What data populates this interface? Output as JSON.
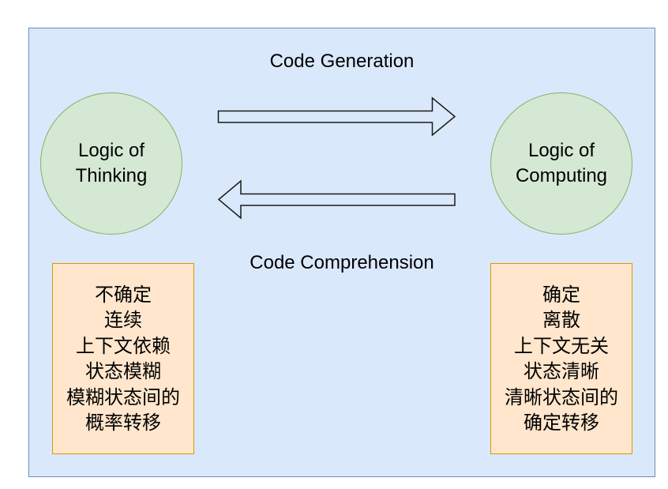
{
  "diagram": {
    "colors": {
      "container_fill": "#dae8fc",
      "container_stroke": "#6c8ebf",
      "circle_fill": "#d5e8d4",
      "circle_stroke": "#82b366",
      "box_fill": "#ffe6cc",
      "box_stroke": "#d79b00"
    },
    "left_node": {
      "lines": [
        "Logic of",
        "Thinking"
      ]
    },
    "right_node": {
      "lines": [
        "Logic of",
        "Computing"
      ]
    },
    "top_edge": {
      "label": "Code Generation",
      "direction": "left-to-right"
    },
    "bottom_edge": {
      "label": "Code Comprehension",
      "direction": "right-to-left"
    },
    "left_box": {
      "lines": [
        "不确定",
        "连续",
        "上下文依赖",
        "状态模糊",
        "模糊状态间的",
        "概率转移"
      ]
    },
    "right_box": {
      "lines": [
        "确定",
        "离散",
        "上下文无关",
        "状态清晰",
        "清晰状态间的",
        "确定转移"
      ]
    }
  }
}
